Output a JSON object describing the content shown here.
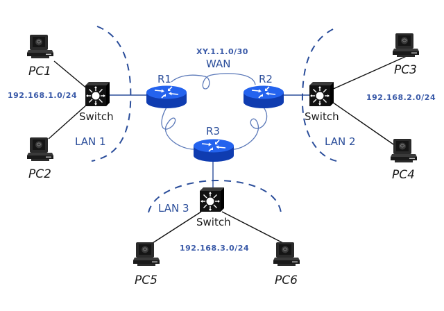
{
  "diagram": {
    "colors": {
      "router": "#1f56e0",
      "router_dark": "#0f3cb0",
      "switch": "#111111",
      "lan_boundary": "#2a4d9a",
      "wan_link": "#4a6ab0",
      "cable": "#111111"
    },
    "wan": {
      "subnet": "XY.1.1.0/30",
      "label": "WAN"
    },
    "routers": [
      {
        "id": "R1",
        "label": "R1",
        "icon": "router-icon"
      },
      {
        "id": "R2",
        "label": "R2",
        "icon": "router-icon"
      },
      {
        "id": "R3",
        "label": "R3",
        "icon": "router-icon"
      }
    ],
    "switches": [
      {
        "id": "SW1",
        "label": "Switch",
        "icon": "switch-icon",
        "lan": "LAN 1",
        "subnet": "192.168.1.0/24"
      },
      {
        "id": "SW2",
        "label": "Switch",
        "icon": "switch-icon",
        "lan": "LAN 2",
        "subnet": "192.168.2.0/24"
      },
      {
        "id": "SW3",
        "label": "Switch",
        "icon": "switch-icon",
        "lan": "LAN 3",
        "subnet": "192.168.3.0/24"
      }
    ],
    "pcs": [
      {
        "id": "PC1",
        "label": "PC1",
        "icon": "computer-icon"
      },
      {
        "id": "PC2",
        "label": "PC2",
        "icon": "computer-icon"
      },
      {
        "id": "PC3",
        "label": "PC3",
        "icon": "computer-icon"
      },
      {
        "id": "PC4",
        "label": "PC4",
        "icon": "computer-icon"
      },
      {
        "id": "PC5",
        "label": "PC5",
        "icon": "computer-icon"
      },
      {
        "id": "PC6",
        "label": "PC6",
        "icon": "computer-icon"
      }
    ],
    "links": [
      {
        "from": "PC1",
        "to": "SW1",
        "type": "ethernet"
      },
      {
        "from": "PC2",
        "to": "SW1",
        "type": "ethernet"
      },
      {
        "from": "SW1",
        "to": "R1",
        "type": "ethernet"
      },
      {
        "from": "PC3",
        "to": "SW2",
        "type": "ethernet"
      },
      {
        "from": "PC4",
        "to": "SW2",
        "type": "ethernet"
      },
      {
        "from": "SW2",
        "to": "R2",
        "type": "ethernet"
      },
      {
        "from": "R3",
        "to": "SW3",
        "type": "ethernet"
      },
      {
        "from": "SW3",
        "to": "PC5",
        "type": "ethernet"
      },
      {
        "from": "SW3",
        "to": "PC6",
        "type": "ethernet"
      },
      {
        "from": "R1",
        "to": "R2",
        "type": "wan-serial"
      },
      {
        "from": "R1",
        "to": "R3",
        "type": "wan-serial"
      },
      {
        "from": "R2",
        "to": "R3",
        "type": "wan-serial"
      }
    ]
  }
}
